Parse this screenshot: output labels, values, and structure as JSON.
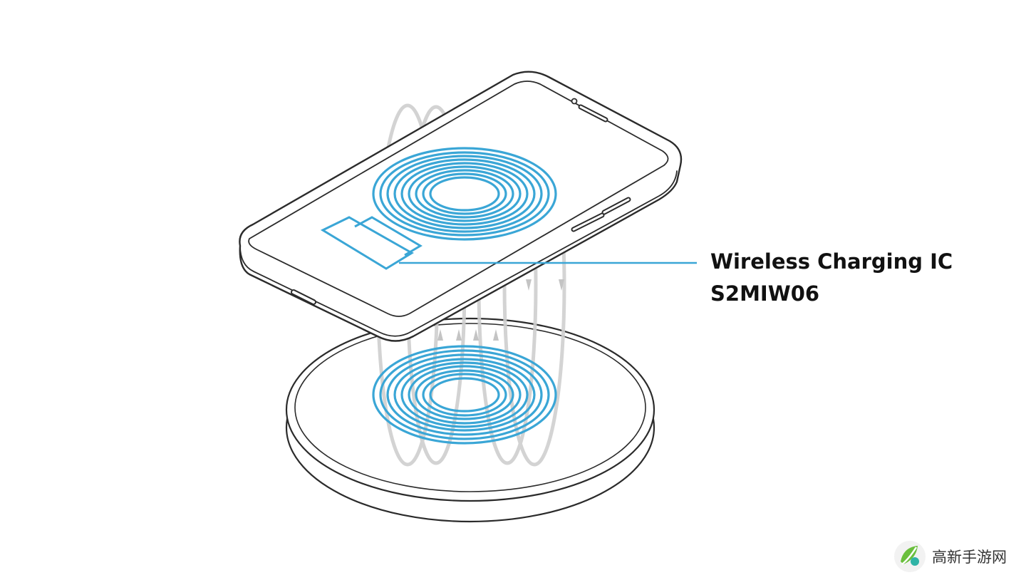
{
  "callout": {
    "title": "Wireless Charging IC",
    "part_number": "S2MIW06"
  },
  "watermark": {
    "text": "高新手游网",
    "icon": "leaf-logo-icon"
  },
  "colors": {
    "coil": "#3aa6d6",
    "outline": "#2b2b2b",
    "field_lines": "#c8c8c8"
  }
}
